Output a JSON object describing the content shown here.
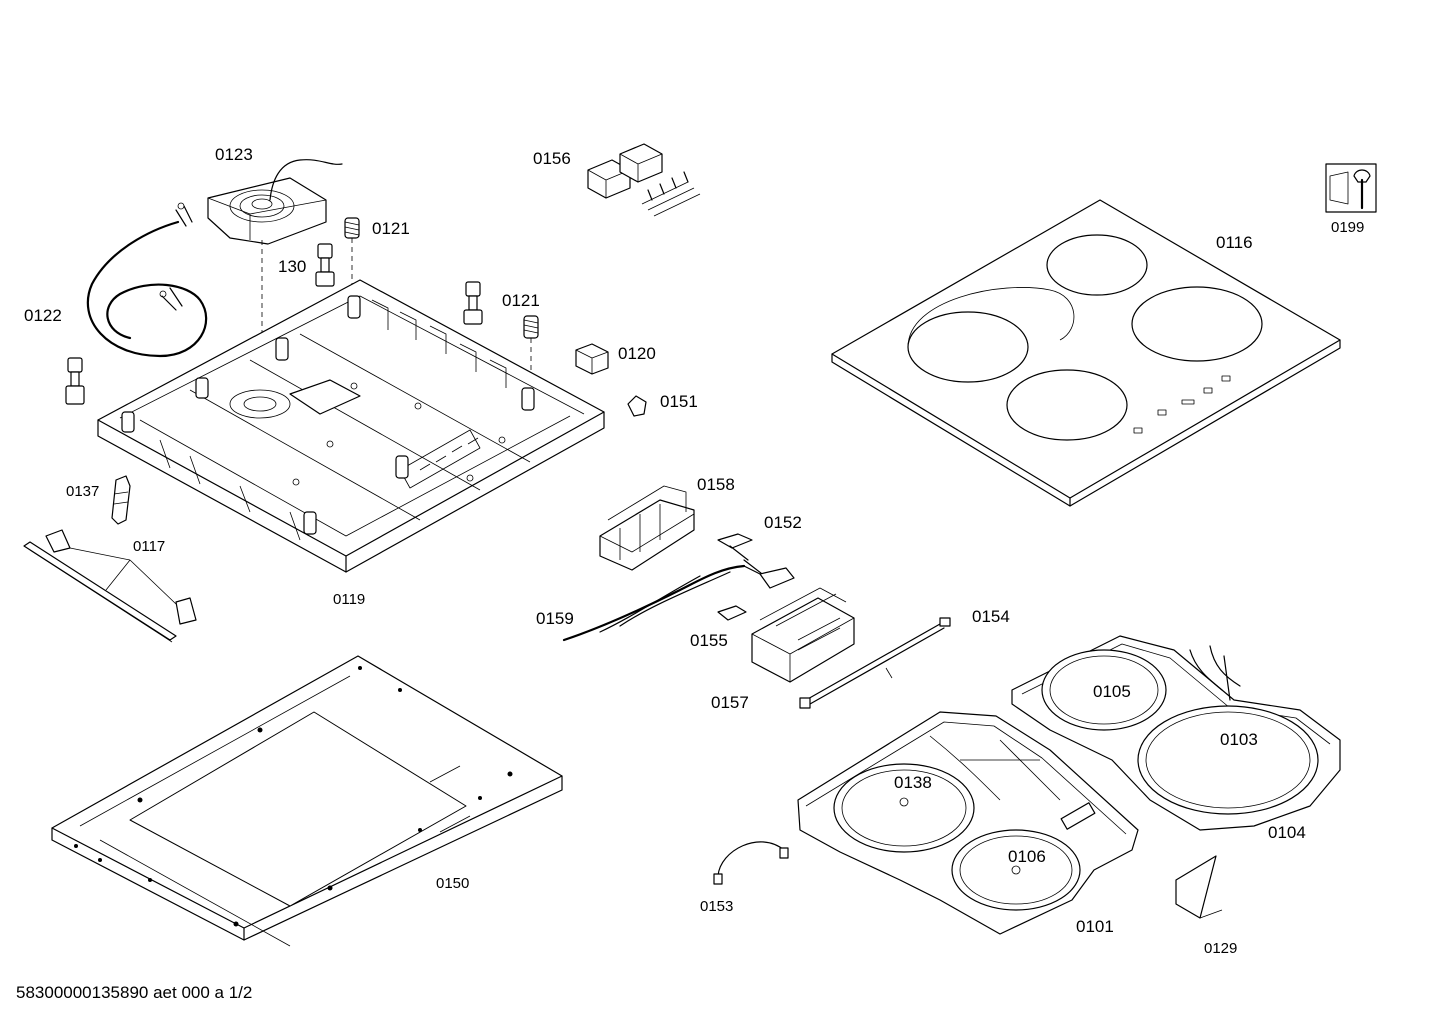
{
  "labels": {
    "p0123": "0123",
    "p0156": "0156",
    "p0121a": "0121",
    "p130": "130",
    "p0121b": "0121",
    "p0122": "0122",
    "p0120": "0120",
    "p0151": "0151",
    "p0137": "0137",
    "p0117": "0117",
    "p0119": "0119",
    "p0116": "0116",
    "p0199": "0199",
    "p0158": "0158",
    "p0152": "0152",
    "p0159": "0159",
    "p0154": "0154",
    "p0155": "0155",
    "p0157": "0157",
    "p0105": "0105",
    "p0103": "0103",
    "p0138": "0138",
    "p0104": "0104",
    "p0106": "0106",
    "p0150": "0150",
    "p0153": "0153",
    "p0101": "0101",
    "p0129": "0129"
  },
  "footer": {
    "document_id": "58300000135890 aet 000 a 1/2"
  },
  "icons": {
    "service": "wrench-icon"
  }
}
